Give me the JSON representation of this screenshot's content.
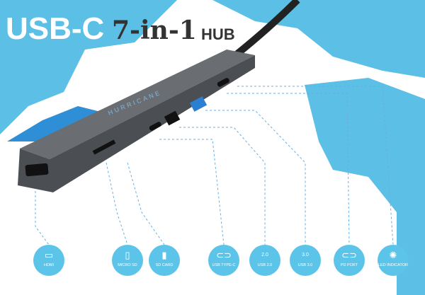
{
  "title": {
    "part1": "USB-C",
    "part2": "7-in-1",
    "part3": "HUB"
  },
  "brand": "HURRICANE",
  "colors": {
    "accent": "#5cc4e9",
    "background_map": "#5bbfe6",
    "hub_body": "#5a5d62"
  },
  "features": [
    {
      "label": "HDMI",
      "icon": "hdmi-port-icon"
    },
    {
      "label": "MICRO SD",
      "icon": "micro-sd-icon"
    },
    {
      "label": "SD CARD",
      "icon": "sd-card-icon"
    },
    {
      "label": "USB TYPE-C",
      "icon": "usb-c-icon"
    },
    {
      "label": "USB 2.0",
      "icon": "usb-2-icon",
      "badge": "2.0"
    },
    {
      "label": "USB 3.0",
      "icon": "usb-3-icon",
      "badge": "3.0"
    },
    {
      "label": "PD PORT",
      "icon": "pd-port-icon"
    },
    {
      "label": "LED INDICATOR",
      "icon": "led-icon"
    }
  ]
}
